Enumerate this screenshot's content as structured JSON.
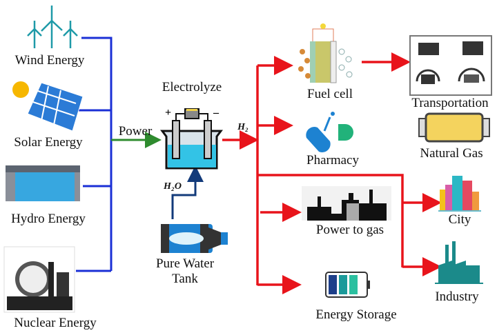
{
  "sources": {
    "wind": "Wind Energy",
    "solar": "Solar Energy",
    "hydro": "Hydro Energy",
    "nuclear": "Nuclear  Energy"
  },
  "power_label": "Power",
  "electrolyze": "Electrolyze",
  "h2_label": "H₂",
  "h2o_label": "H₂O",
  "tank": {
    "line1": "Pure Water",
    "line2": "Tank"
  },
  "uses": {
    "fuel_cell": "Fuel cell",
    "pharmacy": "Pharmacy",
    "power_to_gas": "Power to gas",
    "energy_storage": "Energy Storage",
    "transportation": "Transportation",
    "natural_gas": "Natural Gas",
    "city": "City",
    "industry": "Industry"
  },
  "colors": {
    "source_lines": "#1a2fd6",
    "power_arrow": "#2e8b2e",
    "hydrogen_lines": "#e8141b",
    "water_line": "#123a7a"
  }
}
